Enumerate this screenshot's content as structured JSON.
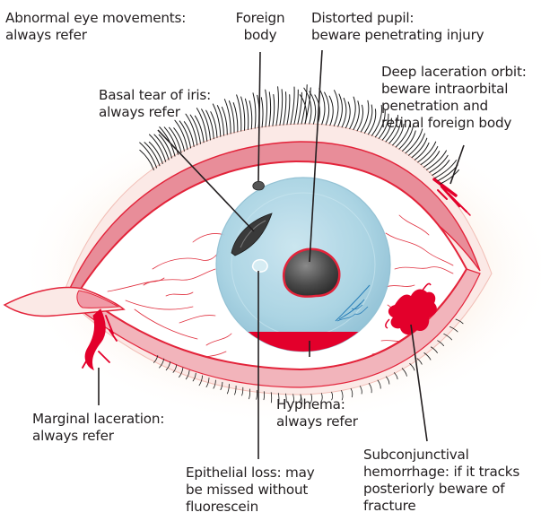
{
  "labels": {
    "abnormal_eye_movements": [
      "Abnormal eye movements:",
      "always refer"
    ],
    "foreign_body": [
      "Foreign",
      "body"
    ],
    "distorted_pupil": [
      "Distorted pupil:",
      "beware penetrating injury"
    ],
    "deep_laceration_orbit": [
      "Deep laceration orbit:",
      "beware intraorbital",
      "penetration and",
      "retinal foreign body"
    ],
    "basal_tear_of_iris": [
      "Basal tear of iris:",
      "always refer"
    ],
    "marginal_laceration": [
      "Marginal laceration:",
      "always refer"
    ],
    "hyphema": [
      "Hyphema:",
      "always refer"
    ],
    "subconjunctival_hemorrhage": [
      "Subconjunctival",
      "hemorrhage: if it tracks",
      "posteriorly beware of",
      "fracture"
    ],
    "epithelial_loss": [
      "Epithelial loss: may",
      "be missed without",
      "fluorescein"
    ]
  },
  "colors": {
    "label_text": "#231f20",
    "leader_line": "#231f20",
    "skin_glow": "#fbe3cf",
    "eyelid": "#fbe9e6",
    "sclera": "#ffffff",
    "lid_margin": "#e3233a",
    "inner_lid_band": "#e88d99",
    "cornea": "#a9d4e4",
    "pupil": "#4a4a4a",
    "hyphema": "#e3002b",
    "blood_vessels": "#e0303f",
    "eyelashes": "#1a1a1a"
  }
}
